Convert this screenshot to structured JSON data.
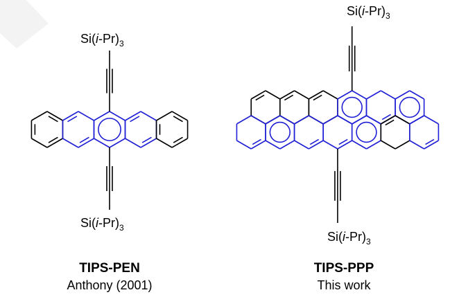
{
  "colors": {
    "bond": "#000000",
    "conjugation": "#1f1fd6",
    "watermark": "#e9e9e9"
  },
  "pen": {
    "top_group": {
      "pre": "Si(",
      "ital": "i",
      "post": "-Pr)",
      "sub": "3"
    },
    "bottom_group": {
      "pre": "Si(",
      "ital": "i",
      "post": "-Pr)",
      "sub": "3"
    },
    "name": "TIPS-PEN",
    "credit": "Anthony (2001)"
  },
  "ppp": {
    "top_group": {
      "pre": "Si(",
      "ital": "i",
      "post": "-Pr)",
      "sub": "3"
    },
    "bottom_group": {
      "pre": "Si(",
      "ital": "i",
      "post": "-Pr)",
      "sub": "3"
    },
    "name": "TIPS-PPP",
    "credit": "This work"
  }
}
